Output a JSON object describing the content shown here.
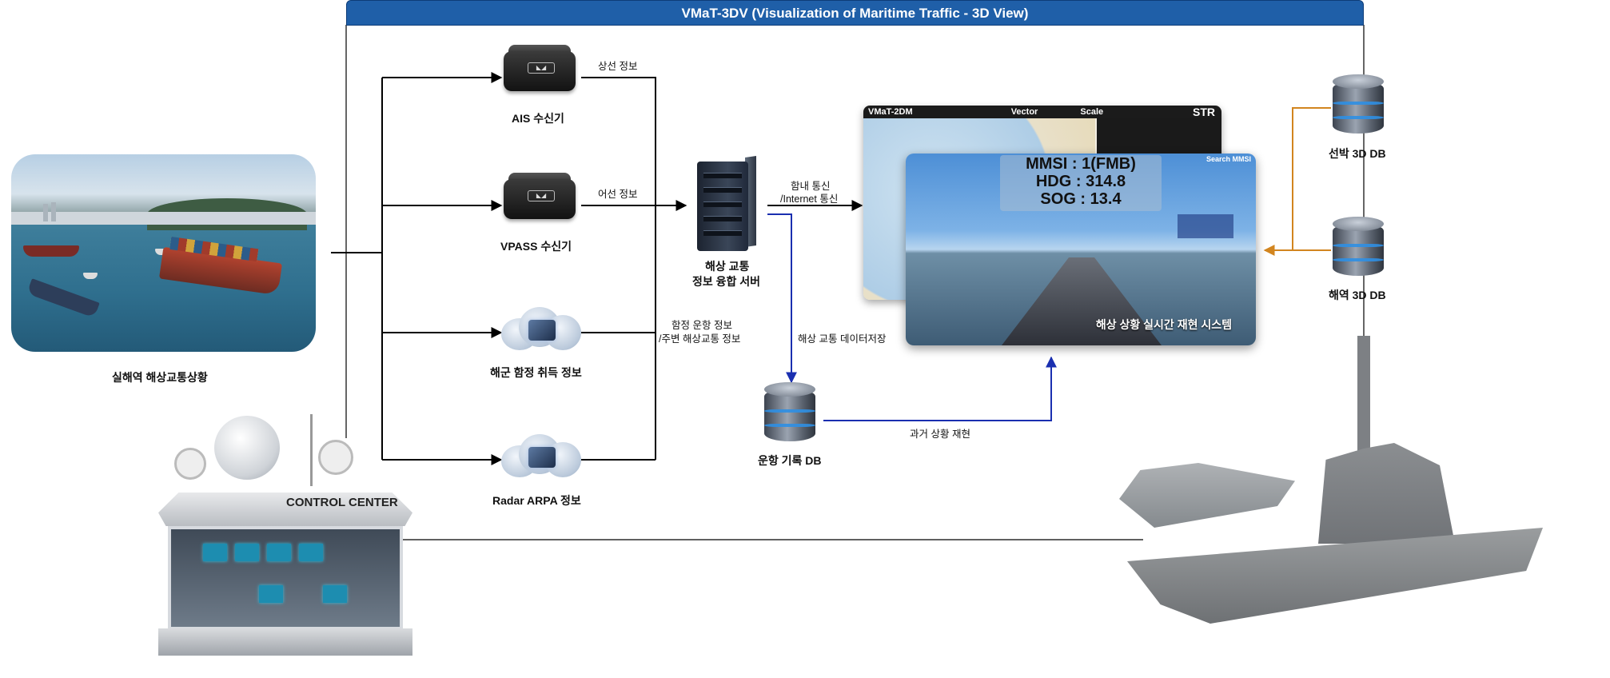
{
  "title": "VMaT-3DV (Visualization of Maritime Traffic - 3D View)",
  "sources": {
    "ais": "AIS 수신기",
    "vpass": "VPASS 수신기",
    "navy": "해군 함정 취득 정보",
    "radar": "Radar ARPA 정보"
  },
  "links": {
    "merchant": "상선 정보",
    "fishing": "어선 정보",
    "naval_line1": "함정 운항 정보",
    "naval_line2": "/주변 해상교통 정보",
    "comm_line1": "함내 통신",
    "comm_line2": "/Internet 통신",
    "storage": "해상 교통 데이터저장",
    "replay": "과거 상황 재현"
  },
  "server": {
    "line1": "해상 교통",
    "line2": "정보 융합 서버"
  },
  "databases": {
    "voyage": "운항 기록 DB",
    "ship3d": "선박 3D DB",
    "sea3d": "해역 3D DB"
  },
  "harbor_caption": "실해역 해상교통상황",
  "control_center_sign": "CONTROL CENTER",
  "screen_2d": {
    "title": "VMaT-2DM",
    "vector_label": "Vector",
    "scale_label": "Scale",
    "brand": "STR"
  },
  "screen_3d": {
    "mmsi": "MMSI : 1(FMB)",
    "hdg": "HDG : 314.8",
    "sog": "SOG : 13.4",
    "caption": "해상 상황 실시간 재현 시스템",
    "search_label": "Search MMSI"
  },
  "colors": {
    "title_bar": "#1f5fa8",
    "blue_arrow": "#1a2fb0",
    "orange_arrow": "#d2851f"
  }
}
